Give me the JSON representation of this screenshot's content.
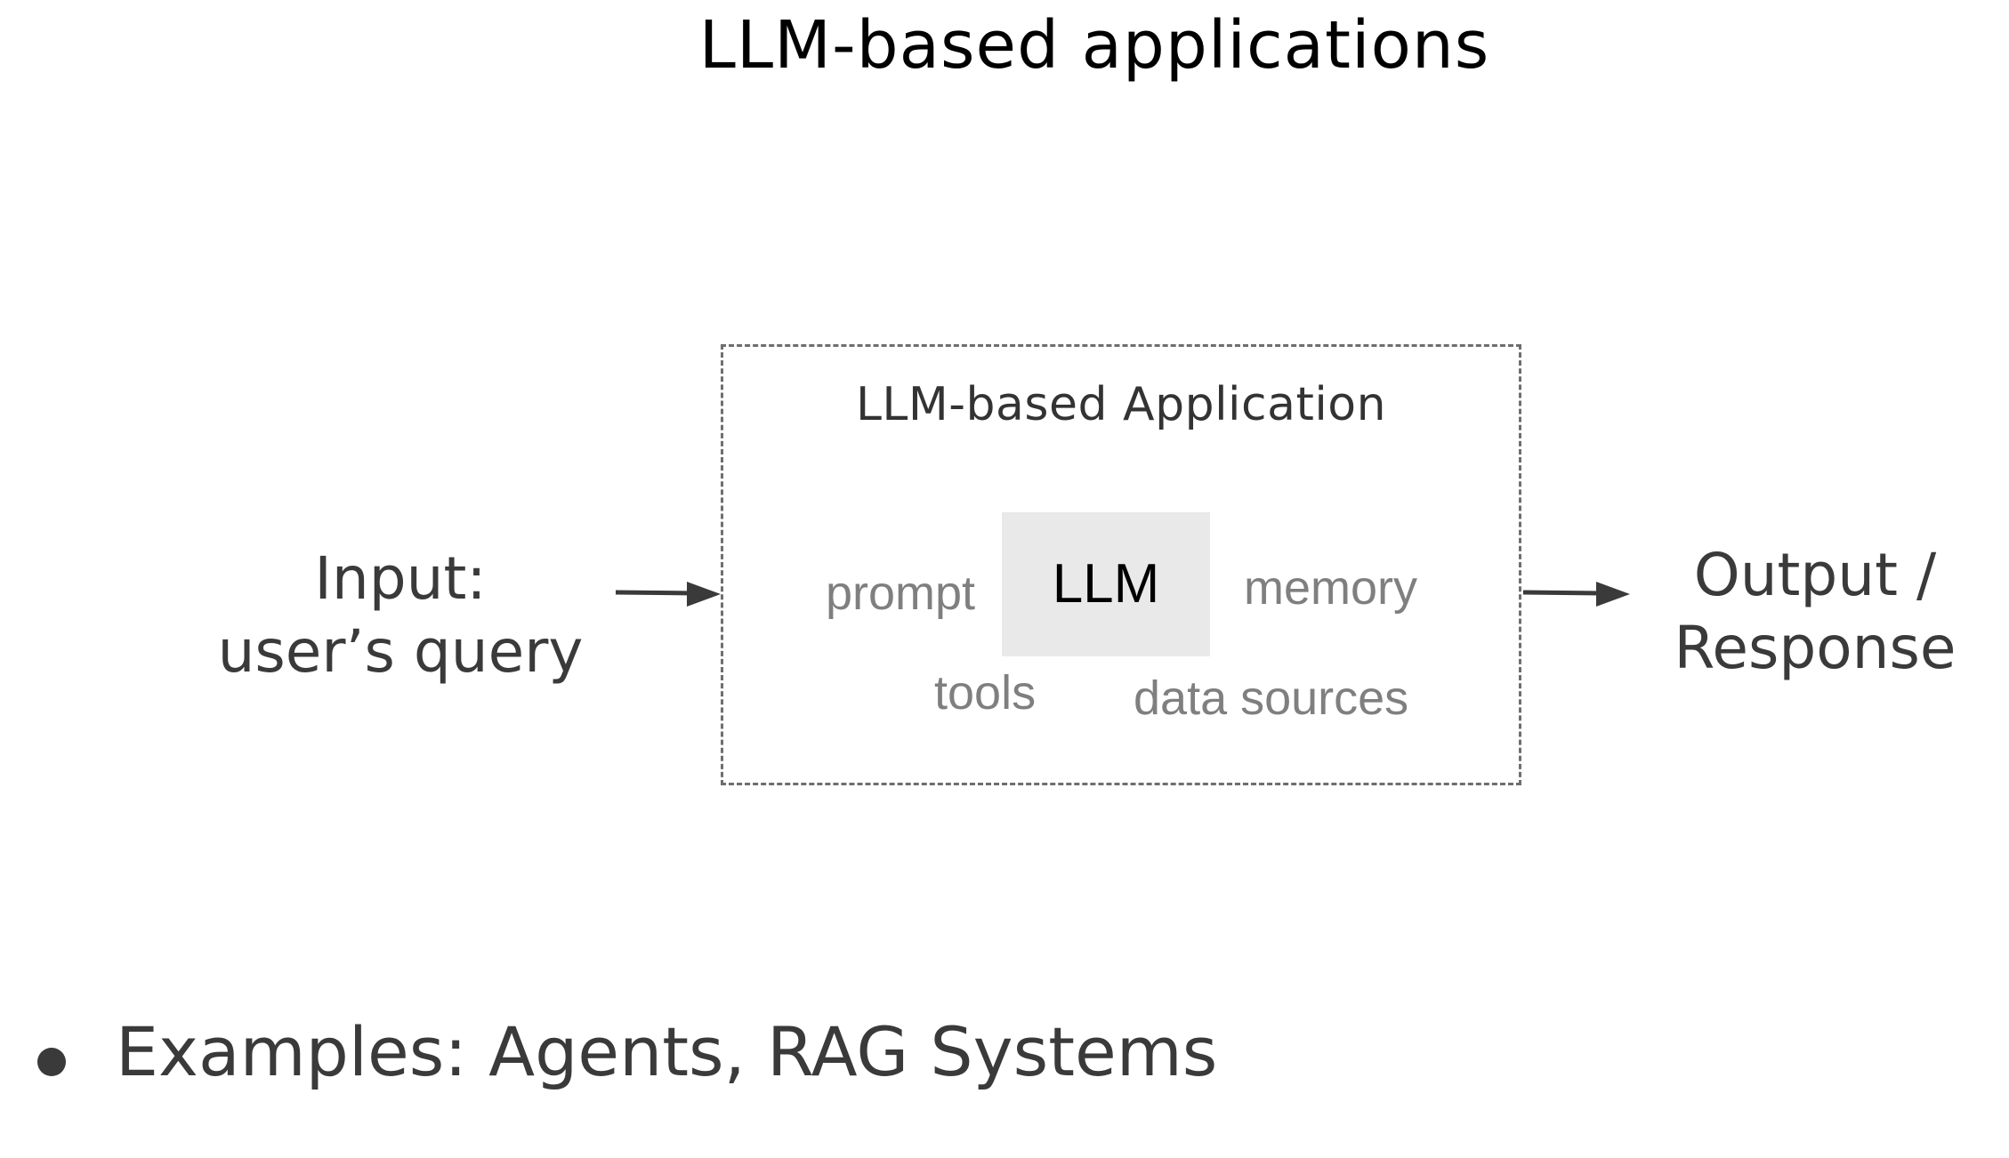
{
  "title": "LLM-based applications",
  "input": {
    "line1": "Input:",
    "line2": "user’s query"
  },
  "application": {
    "title": "LLM-based Application",
    "core": "LLM",
    "components": {
      "prompt": "prompt",
      "memory": "memory",
      "tools": "tools",
      "data_sources": "data sources"
    }
  },
  "output": {
    "line1": "Output /",
    "line2": "Response"
  },
  "bullet": "Examples: Agents, RAG Systems",
  "colors": {
    "text_dark": "#3a3a3a",
    "component_text": "#7f7f7f",
    "llm_fill": "#e9e9e9",
    "dashed_border": "#6e6e6e"
  }
}
